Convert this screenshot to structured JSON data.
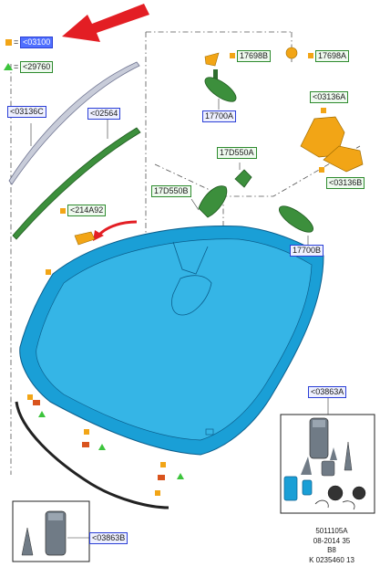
{
  "labels": {
    "legend_kit": "<03100",
    "legend_serv": "<29760",
    "wiper_trim": "<03136C",
    "cowl_trim": "<02564",
    "bracket_a": "17698B",
    "bracket_b": "17698A",
    "mirror_base": "17700A",
    "mirror_rain": "17D550A",
    "cover_a": "<03136A",
    "cover_b": "<03136B",
    "mirror_housing": "17D550B",
    "clip": "<214A92",
    "mirror_alt": "17700B",
    "kit_box": "<03863A",
    "kit_small": "<03863B"
  },
  "legend": {
    "equals": "="
  },
  "footer": {
    "line1": "5011105A",
    "line2": "08-2014 35",
    "line3": "B8",
    "line4": "K 0235460 13"
  },
  "colors": {
    "glass": "#1a9fd6",
    "glass_dark": "#127bb0",
    "green_part": "#3c8f3c",
    "orange_part": "#f2a516",
    "arrow_red": "#e31e24",
    "label_blue": "#2b3fd6",
    "label_green": "#2e8b2e"
  }
}
